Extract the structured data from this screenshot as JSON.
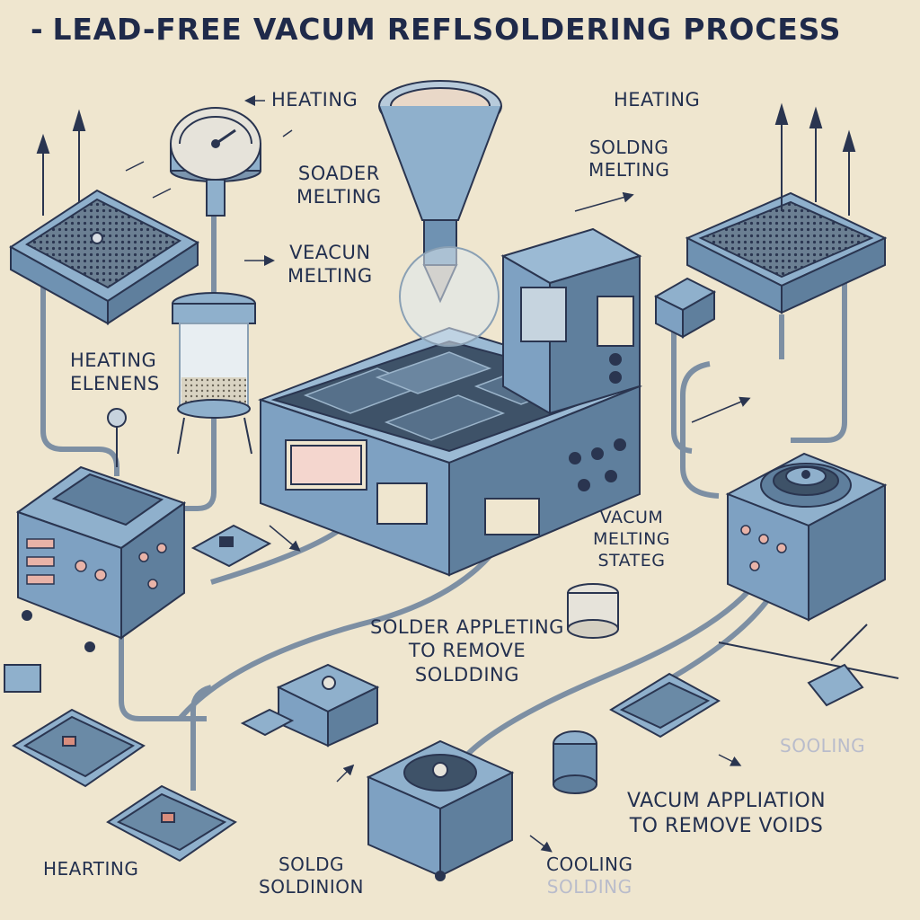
{
  "title": "LEAD-FREE VACUM REFLSOLDERING PROCESS",
  "title_prefix": "-",
  "labels": {
    "heating_top_left": "HEATING",
    "heating_top_right": "HEATING",
    "soader_melting": [
      "SOADER",
      "MELTING"
    ],
    "solding_melting": [
      "SOLDNG",
      "MELTING"
    ],
    "veacun_melting": [
      "VEACUN",
      "MELTING"
    ],
    "heating_elenens": [
      "HEATING",
      "ELENENS"
    ],
    "vacum_melting_stateg": [
      "VACUM",
      "MELTING",
      "STATEG"
    ],
    "solder_appleting": [
      "SOLDER APPLETING",
      "TO REMOVE",
      "SOLDDING"
    ],
    "sooling": "SOOLING",
    "vacum_application": [
      "VACUM APPLIATION",
      "TO REMOVE VOIDS"
    ],
    "heartning": "HEARTING",
    "soldg_soldinion": [
      "SOLDG",
      "SOLDINION"
    ],
    "cooling_solding": [
      "COOLING",
      "SOLDING"
    ]
  },
  "colors": {
    "background": "#efe6cf",
    "metal": "#8fb0cc",
    "metal_dark": "#5f7f9d",
    "outline": "#2a3550",
    "ink": "#23304f"
  },
  "icons": [
    "funnel-icon",
    "pressure-gauge-icon",
    "arrow-up-icon",
    "fan-icon"
  ]
}
